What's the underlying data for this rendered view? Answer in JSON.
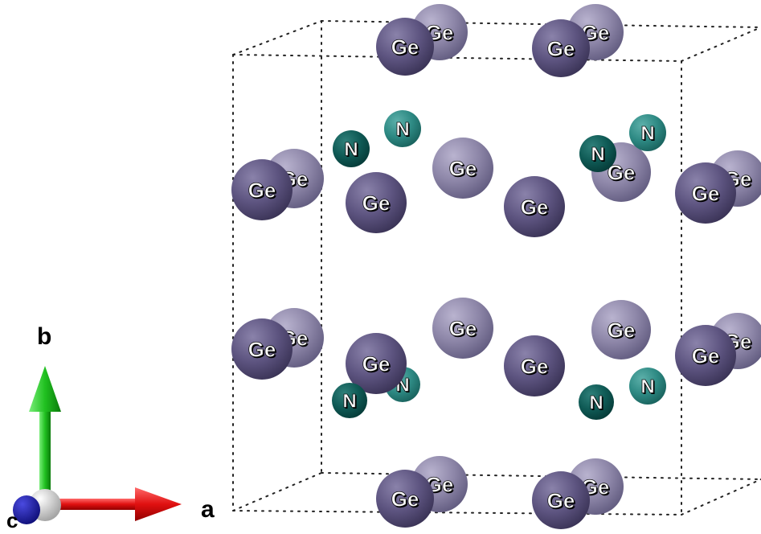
{
  "atom_labels": {
    "ge": "Ge",
    "n": "N"
  },
  "axes": {
    "a": "a",
    "b": "b",
    "c": "c"
  },
  "colors": {
    "ge_front": "#5d5480",
    "ge_back": "#8d86a8",
    "n_front": "#0f5a55",
    "n_back": "#2e8a84",
    "axis_a": "#e01010",
    "axis_b": "#20c020",
    "axis_c": "#1a1aa0",
    "origin": "#d0d0d0"
  }
}
